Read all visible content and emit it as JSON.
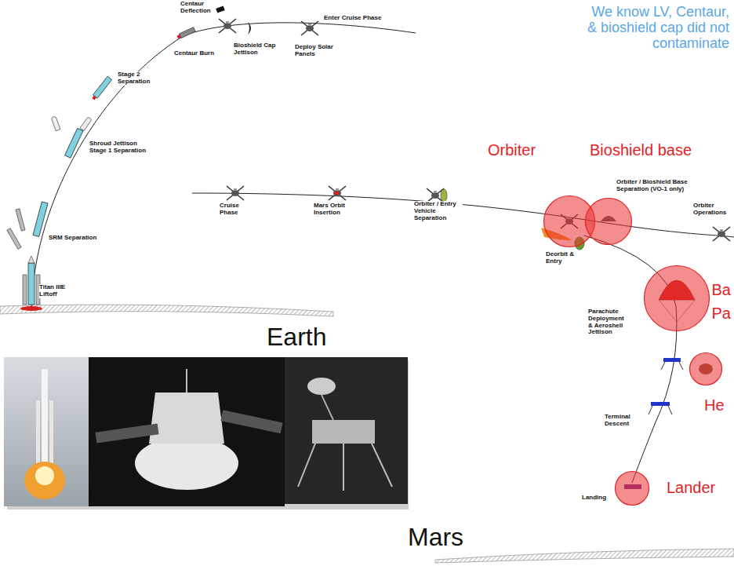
{
  "diagram": {
    "nodes": [
      {
        "text": [
          "Orbiter"
        ]
      },
      {
        "text": [
          "Bioshield base"
        ]
      },
      {
        "text": [
          "Ba",
          "Pa"
        ]
      },
      {
        "text": [
          "He"
        ]
      },
      {
        "text": [
          "Lander"
        ]
      }
    ],
    "labels": [
      "We know LV, Centaur, & bioshield cap did not contaminate",
      "Centaur Deflection",
      "Enter Cruise Phase",
      "Centaur Burn",
      "Bioshield Cap Jettison",
      "Deploy Solar Panels",
      "Stage 2 Separation",
      "Shroud Jettison Stage 1 Separation",
      "SRM Separation",
      "Titan IIIE Liftoff",
      "Cruise Phase",
      "Mars Orbit Insertion",
      "Orbiter / Entry Vehicle Separation",
      "Orbiter / Bioshield Base Separation (VO-1 only)",
      "Orbiter Operations",
      "Deorbit & Entry",
      "Parachute Deployment & Aeroshell Jettison",
      "Terminal Descent",
      "Landing",
      "Earth",
      "Mars"
    ]
  }
}
